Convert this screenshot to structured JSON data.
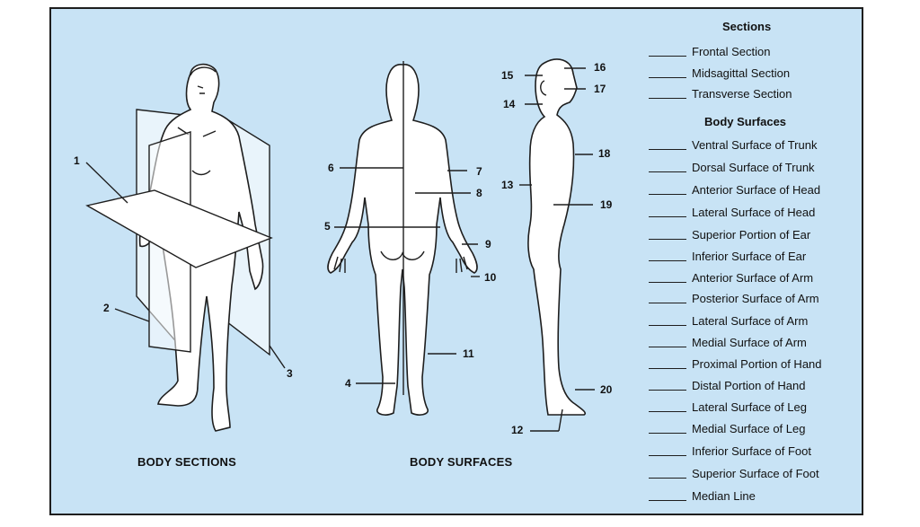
{
  "captions": {
    "left": "BODY SECTIONS",
    "middle": "BODY SURFACES"
  },
  "callouts": [
    "1",
    "2",
    "3",
    "4",
    "5",
    "6",
    "7",
    "8",
    "9",
    "10",
    "11",
    "12",
    "13",
    "14",
    "15",
    "16",
    "17",
    "18",
    "19",
    "20"
  ],
  "key": {
    "sections_heading": "Sections",
    "sections": [
      "Frontal Section",
      "Midsagittal Section",
      "Transverse Section"
    ],
    "surfaces_heading": "Body Surfaces",
    "surfaces": [
      "Ventral Surface of Trunk",
      "Dorsal Surface of Trunk",
      "Anterior Surface of Head",
      "Lateral Surface of Head",
      "Superior Portion of Ear",
      "Inferior Surface of Ear",
      "Anterior Surface of Arm",
      "Posterior Surface of Arm",
      "Lateral Surface of Arm",
      "Medial Surface of Arm",
      "Proximal Portion of Hand",
      "Distal Portion of Hand",
      "Lateral Surface of Leg",
      "Medial Surface of Leg",
      "Inferior Surface of Foot",
      "Superior Surface of Foot",
      "Median Line"
    ]
  },
  "colors": {
    "panel_background": "#c8e3f5",
    "line": "#1e1e1e",
    "figure_fill": "#ffffff"
  }
}
